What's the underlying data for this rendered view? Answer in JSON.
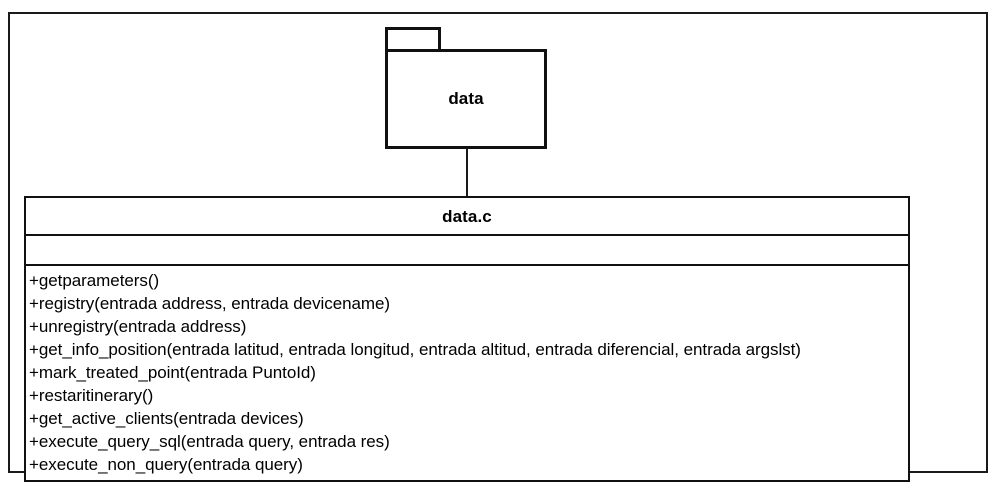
{
  "diagram": {
    "type": "uml-package-class-diagram",
    "package": {
      "name": "data"
    },
    "class": {
      "name": "data.c",
      "attributes": [],
      "methods": [
        "+getparameters()",
        "+registry(entrada address, entrada devicename)",
        "+unregistry(entrada address)",
        "+get_info_position(entrada latitud, entrada longitud, entrada altitud, entrada diferencial, entrada argslst)",
        "+mark_treated_point(entrada PuntoId)",
        "+restaritinerary()",
        "+get_active_clients(entrada devices)",
        "+execute_query_sql(entrada query, entrada res)",
        "+execute_non_query(entrada query)"
      ]
    },
    "colors": {
      "stroke": "#111111",
      "frame": "#1a1a1a",
      "background": "#ffffff",
      "text": "#000000"
    }
  }
}
